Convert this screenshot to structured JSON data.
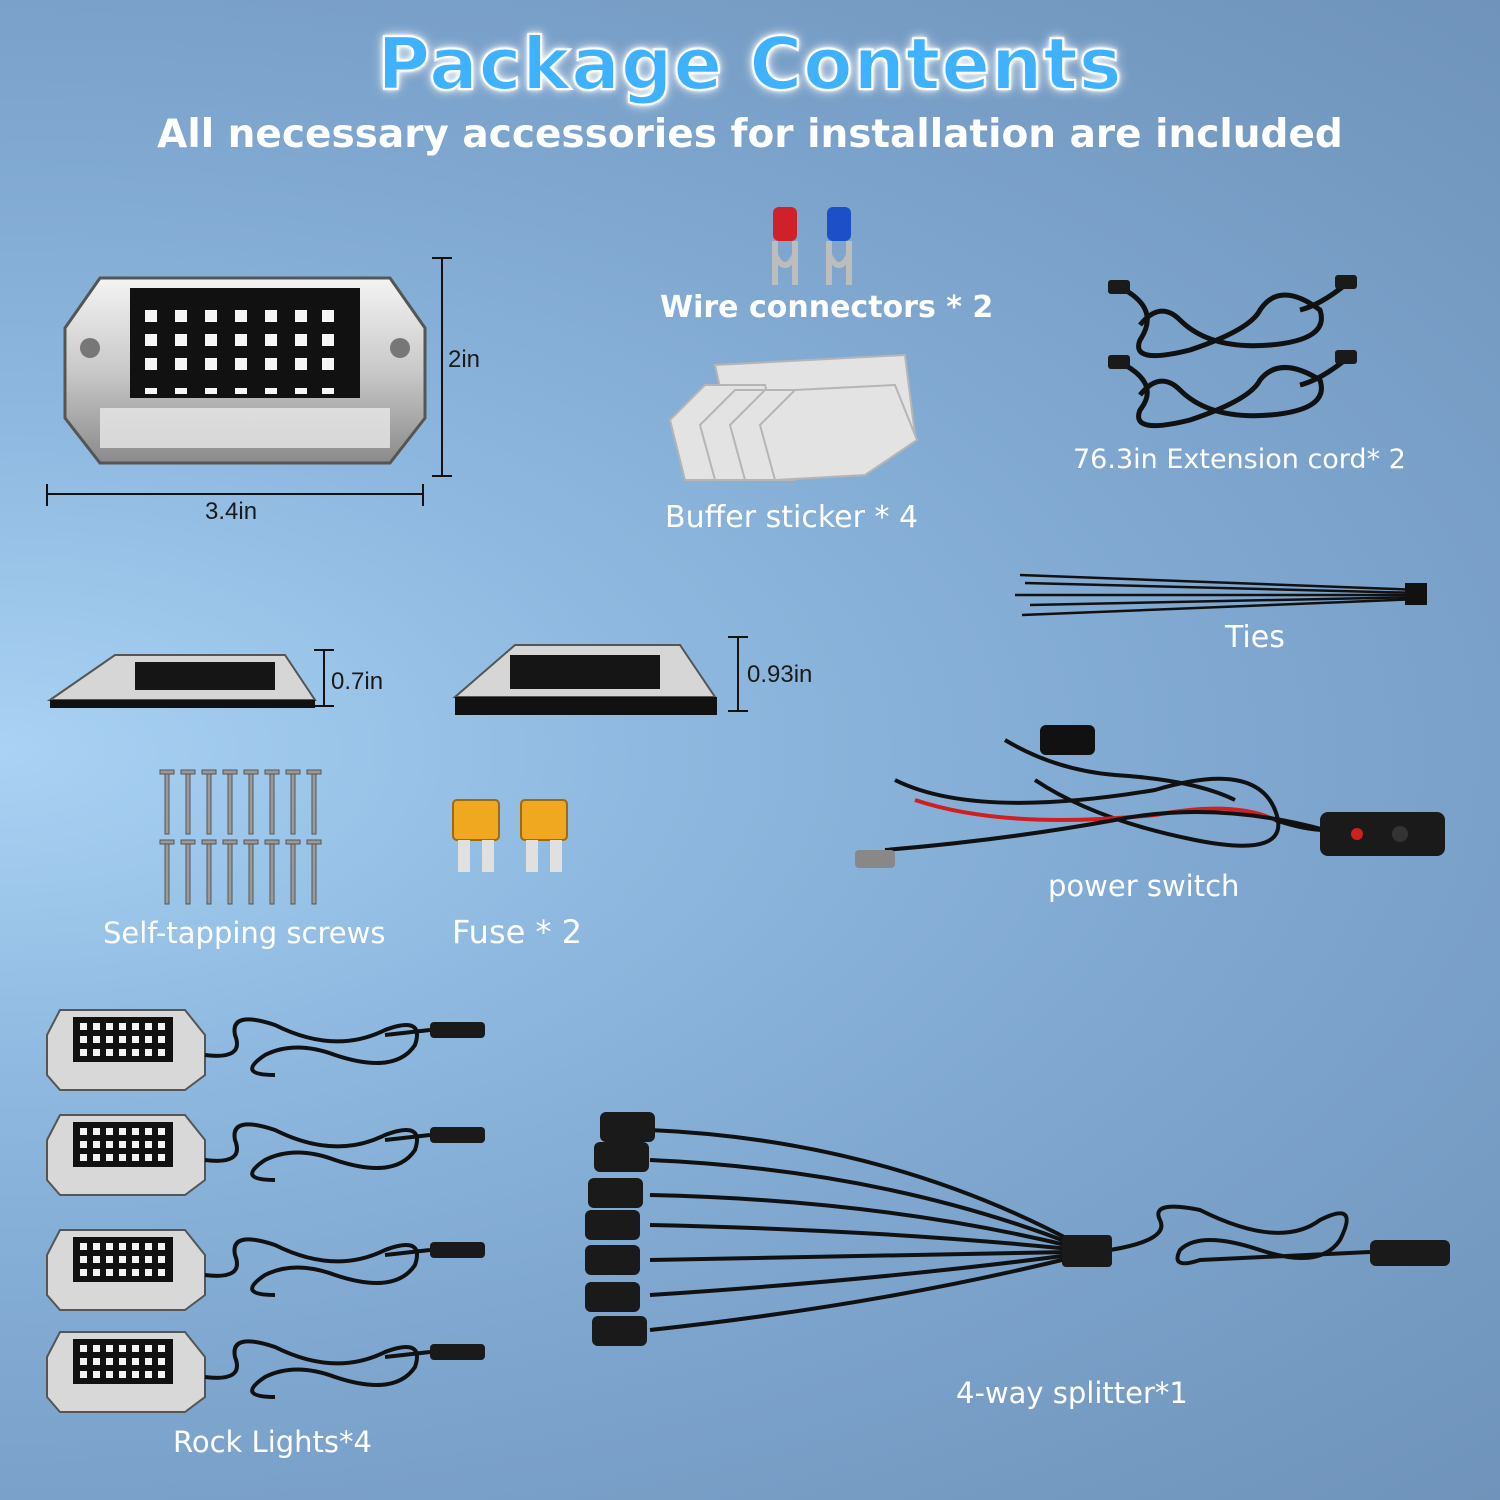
{
  "header": {
    "title": "Package Contents",
    "subtitle": "All necessary accessories for installation are included"
  },
  "dimensions": {
    "height_top": "2in",
    "width_top": "3.4in",
    "side_height_a": "0.7in",
    "side_height_b": "0.93in"
  },
  "items": {
    "wire_connectors": "Wire connectors * 2",
    "buffer_sticker": "Buffer sticker * 4",
    "extension_cord": "76.3in Extension cord* 2",
    "ties": "Ties",
    "power_switch": "power switch",
    "screws": "Self-tapping screws",
    "fuse": "Fuse * 2",
    "rock_lights": "Rock Lights*4",
    "splitter": "4-way splitter*1"
  },
  "colors": {
    "title": "#3fb2ff",
    "label": "#ffffff",
    "dimension_text": "#1a1a1a"
  }
}
